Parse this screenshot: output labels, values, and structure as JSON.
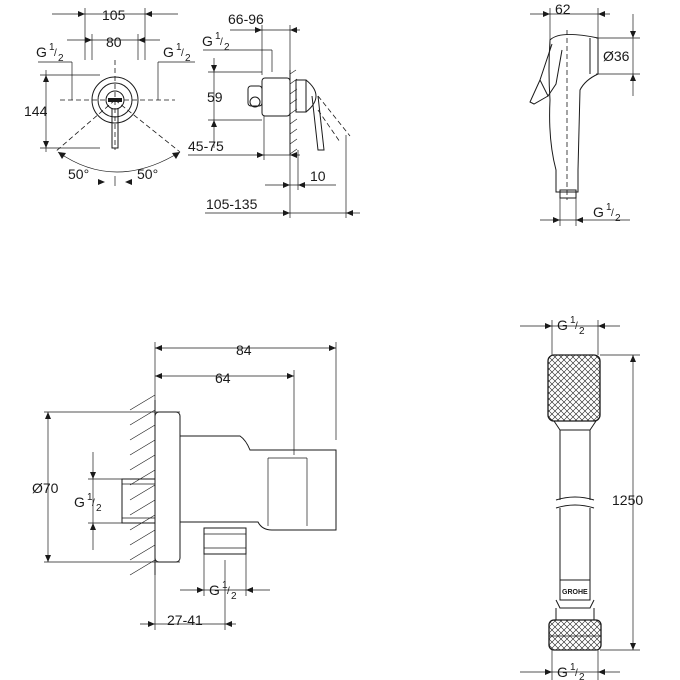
{
  "mixer_views": {
    "front": {
      "width_total": "105",
      "width_inner": "80",
      "height": "144",
      "thread_left": "G",
      "thread_right": "G",
      "angle_left": "50°",
      "angle_right": "50°"
    },
    "side": {
      "depth_range": "66-96",
      "thread": "G",
      "offset": "59",
      "wall_range": "45-75",
      "projection": "10",
      "overall_range": "105-135"
    }
  },
  "hand_shower": {
    "width": "62",
    "diameter": "Ø36",
    "thread": "G"
  },
  "wall_outlet": {
    "length_total": "84",
    "length_inner": "64",
    "diameter": "Ø70",
    "thread_inlet": "G",
    "thread_outlet": "G",
    "depth_range": "27-41"
  },
  "hose": {
    "thread_top": "G",
    "length": "1250",
    "thread_bottom": "G",
    "brand_mark": "GROHE"
  },
  "fraction": {
    "numerator": "1",
    "denominator": "2"
  }
}
